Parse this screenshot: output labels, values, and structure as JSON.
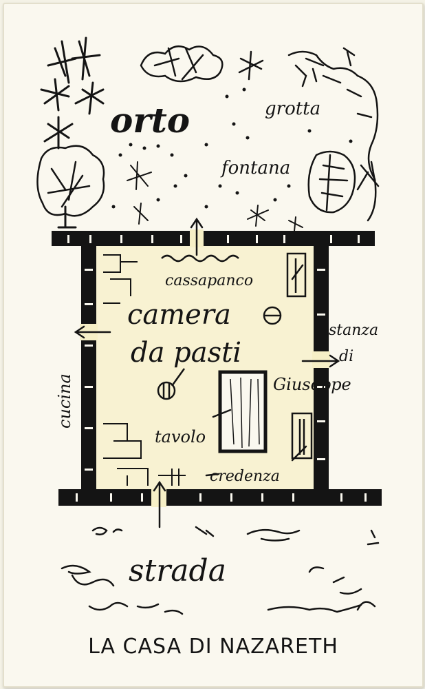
{
  "diagram": {
    "title": "LA CASA DI NAZARETH",
    "labels": {
      "orto": "orto",
      "grotta": "grotta",
      "fontana": "fontana",
      "cassapanco": "cassapanco",
      "camera_line1": "camera",
      "camera_line2": "da pasti",
      "stanza_line1": "stanza",
      "stanza_line2": "di",
      "stanza_line3": "Giuseppe",
      "cucina": "cucina",
      "tavolo": "tavolo",
      "credenza": "credenza",
      "strada": "strada"
    },
    "colors": {
      "paper": "#faf8ef",
      "ink": "#141414",
      "room_fill": "#f6efc6"
    }
  }
}
